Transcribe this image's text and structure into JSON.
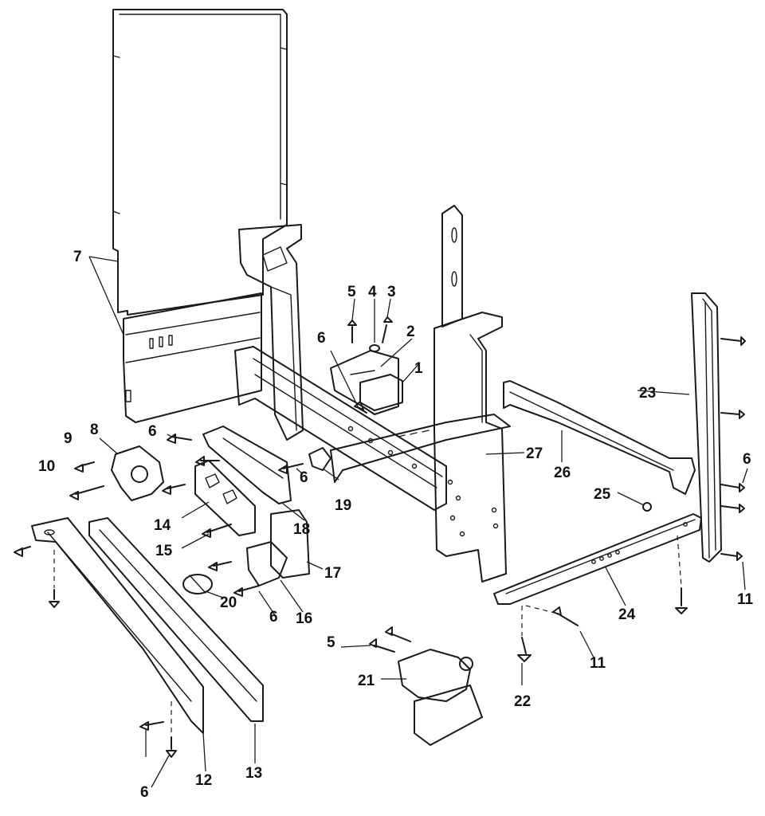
{
  "callouts": [
    {
      "id": "c1",
      "text": "1"
    },
    {
      "id": "c2",
      "text": "2"
    },
    {
      "id": "c3",
      "text": "3"
    },
    {
      "id": "c4",
      "text": "4"
    },
    {
      "id": "c5a",
      "text": "5"
    },
    {
      "id": "c5b",
      "text": "5"
    },
    {
      "id": "c6a",
      "text": "6"
    },
    {
      "id": "c6b",
      "text": "6"
    },
    {
      "id": "c6c",
      "text": "6"
    },
    {
      "id": "c6d",
      "text": "6"
    },
    {
      "id": "c6e",
      "text": "6"
    },
    {
      "id": "c6f",
      "text": "6"
    },
    {
      "id": "c7",
      "text": "7"
    },
    {
      "id": "c8",
      "text": "8"
    },
    {
      "id": "c9",
      "text": "9"
    },
    {
      "id": "c10",
      "text": "10"
    },
    {
      "id": "c11a",
      "text": "11"
    },
    {
      "id": "c11b",
      "text": "11"
    },
    {
      "id": "c12",
      "text": "12"
    },
    {
      "id": "c13",
      "text": "13"
    },
    {
      "id": "c14",
      "text": "14"
    },
    {
      "id": "c15",
      "text": "15"
    },
    {
      "id": "c16",
      "text": "16"
    },
    {
      "id": "c17",
      "text": "17"
    },
    {
      "id": "c18",
      "text": "18"
    },
    {
      "id": "c19",
      "text": "19"
    },
    {
      "id": "c20",
      "text": "20"
    },
    {
      "id": "c21",
      "text": "21"
    },
    {
      "id": "c22",
      "text": "22"
    },
    {
      "id": "c23",
      "text": "23"
    },
    {
      "id": "c24",
      "text": "24"
    },
    {
      "id": "c25",
      "text": "25"
    },
    {
      "id": "c26",
      "text": "26"
    },
    {
      "id": "c27",
      "text": "27"
    }
  ]
}
